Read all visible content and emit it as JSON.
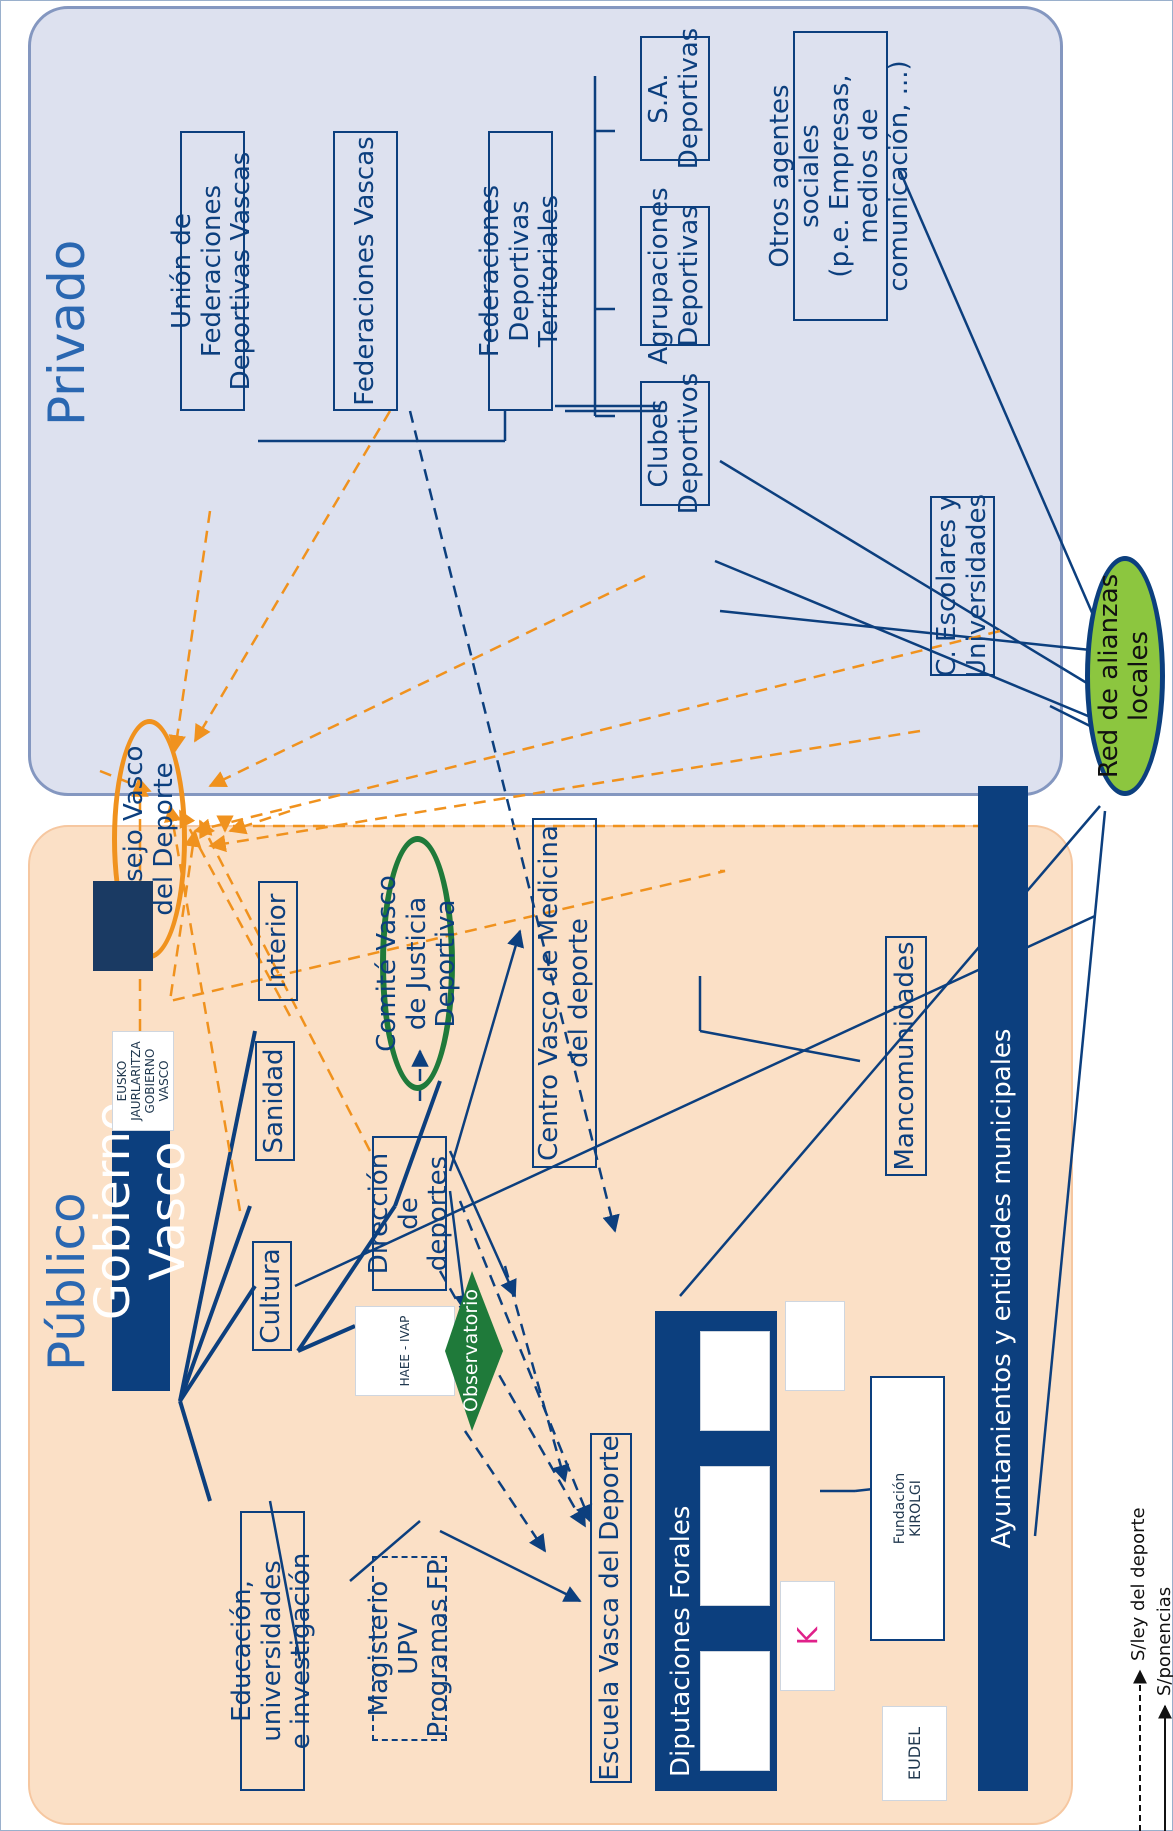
{
  "zones": {
    "public": "Público",
    "private": "Privado"
  },
  "nodes": {
    "gobierno_vasco": "Gobierno Vasco",
    "educacion": "Educación, universidades\ne investigación",
    "cultura": "Cultura",
    "sanidad": "Sanidad",
    "interior": "Interior",
    "magisterio": "Magisterio UPV\nProgramas FP",
    "direccion_deportes": "Dirección de\ndeportes",
    "observatorio": "Observatorio",
    "comite_justicia": "Comité Vasco\nde Justicia Deportiva",
    "centro_medicina": "Centro Vasco de Medicina\ndel deporte",
    "escuela_vasca": "Escuela Vasca del Deporte",
    "consejo_vasco": "Consejo Vasco\ndel Deporte",
    "diputaciones": "Diputaciones Forales",
    "ayuntamientos": "Ayuntamientos y entidades municipales",
    "mancomunidades": "Mancomunidades",
    "red_alianzas": "Red de alianzas\nlocales",
    "union_federaciones": "Unión de Federaciones\nDeportivas Vascas",
    "federaciones_vascas": "Federaciones Vascas",
    "federaciones_territoriales": "Federaciones Deportivas\nTerritoriales",
    "clubes": "Clubes\nDeportivos",
    "agrupaciones": "Agrupaciones\nDeportivas",
    "sa_deportivas": "S.A.\nDeportivas",
    "escolares": "C. Escolares y\nUniversidades",
    "otros_agentes": "Otros agentes sociales\n(p.e. Empresas, medios de\ncomunicación, ...)"
  },
  "logos": {
    "eusko_jaurlaritza": "EUSKO JAURLARITZA\nGOBIERNO VASCO",
    "ivap": "HAEE - IVAP",
    "kirolgi": "Fundación\nKIROLGI",
    "eudel": "EUDEL"
  },
  "legend": {
    "dashed": "S/ley del deporte",
    "solid": "S/ponencias"
  },
  "colors": {
    "navy": "#0c3f7e",
    "orange": "#f0921e",
    "green": "#1f7a3a",
    "lime": "#8cc63f",
    "public_bg": "#fbe0c6",
    "private_bg": "#dde1ef"
  }
}
